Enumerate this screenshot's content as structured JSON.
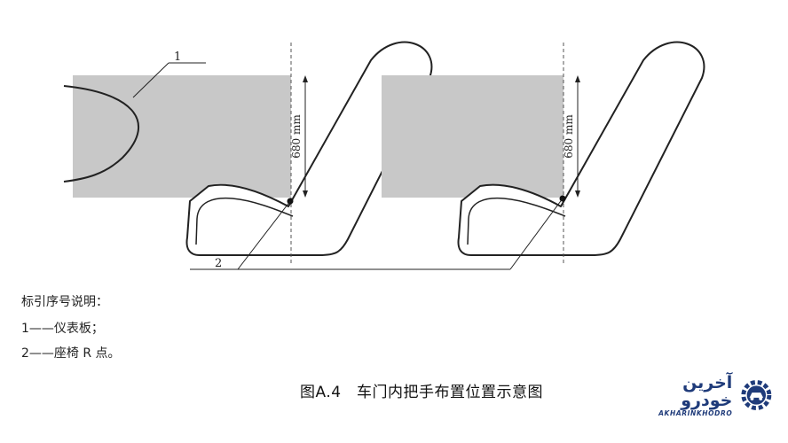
{
  "diagram": {
    "callout_1": "1",
    "callout_2": "2",
    "dimension_left": "680 mm",
    "dimension_right": "680 mm",
    "colors": {
      "shade": "#c8c8c8",
      "line": "#222222"
    }
  },
  "legend": {
    "heading": "标引序号说明：",
    "items": [
      "1——仪表板；",
      "2——座椅 R 点。"
    ]
  },
  "caption": "图A.4　车门内把手布置位置示意图",
  "logo": {
    "main_text": "آخرین خودرو",
    "sub_text": "AKHARINKHODRO",
    "icon": "car-gear-icon",
    "colors": {
      "brand": "#1f3b7a"
    }
  }
}
